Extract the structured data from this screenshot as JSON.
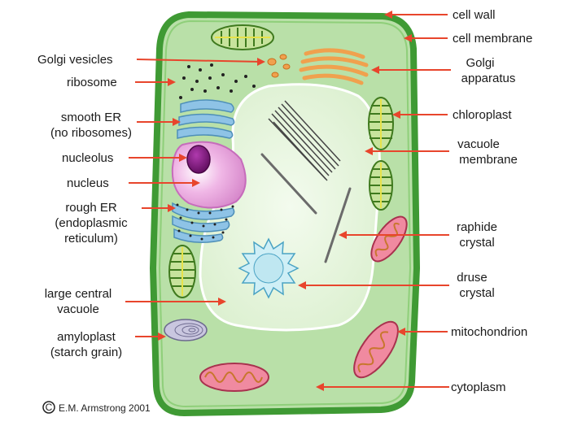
{
  "labels_left": {
    "golgi_vesicles": "Golgi vesicles",
    "ribosome": "ribosome",
    "smooth_er_1": "smooth ER",
    "smooth_er_2": "(no ribosomes)",
    "nucleolus": "nucleolus",
    "nucleus": "nucleus",
    "rough_er_1": "rough ER",
    "rough_er_2": "(endoplasmic",
    "rough_er_3": "reticulum)",
    "vacuole_1": "large central",
    "vacuole_2": "vacuole",
    "amyloplast_1": "amyloplast",
    "amyloplast_2": "(starch grain)"
  },
  "labels_right": {
    "cell_wall": "cell wall",
    "cell_membrane": "cell membrane",
    "golgi_1": "Golgi",
    "golgi_2": "apparatus",
    "chloroplast": "chloroplast",
    "vac_membrane_1": "vacuole",
    "vac_membrane_2": "membrane",
    "raphide_1": "raphide",
    "raphide_2": "crystal",
    "druse_1": "druse",
    "druse_2": "crystal",
    "mitochondrion": "mitochondrion",
    "cytoplasm": "cytoplasm"
  },
  "credit": {
    "symbol": "C",
    "text": "E.M. Armstrong 2001"
  },
  "colors": {
    "cell_wall": "#3f9a34",
    "cytoplasm": "#b9e0a8",
    "vacuole": "#e9f6df",
    "arrow": "#e8452c",
    "nucleus": "#e8a6dc",
    "nucleolus": "#7b1478",
    "er": "#8ec3e6",
    "golgi": "#f0a14e",
    "chloroplast": "#7ab83c",
    "mitochondrion": "#f08aa0"
  }
}
